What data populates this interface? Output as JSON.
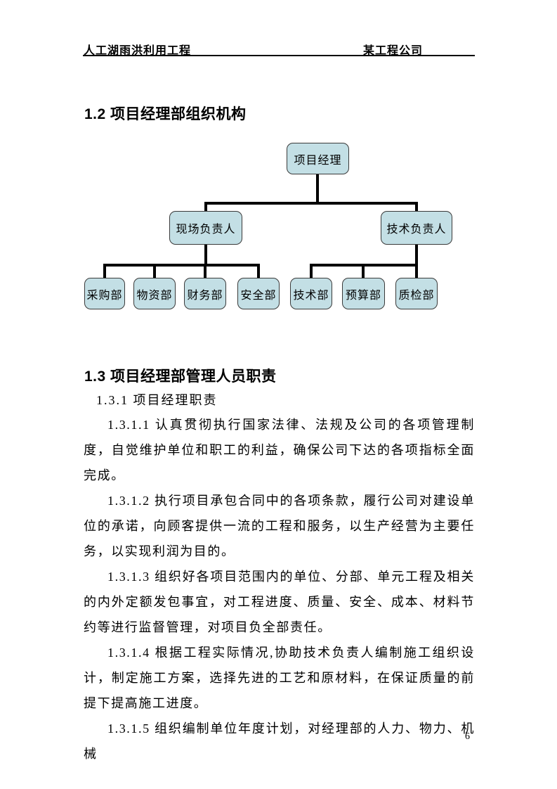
{
  "header": {
    "left": "人工湖雨洪利用工程",
    "right": "某工程公司"
  },
  "sections": {
    "s12": {
      "title": "1.2 项目经理部组织机构"
    },
    "s13": {
      "title": "1.3 项目经理部管理人员职责",
      "subtitle": "1.3.1 项目经理职责",
      "paragraphs": [
        "1.3.1.1 认真贯彻执行国家法律、法规及公司的各项管理制度，自觉维护单位和职工的利益，确保公司下达的各项指标全面完成。",
        "1.3.1.2 执行项目承包合同中的各项条款，履行公司对建设单位的承诺，向顾客提供一流的工程和服务，以生产经营为主要任务，以实现利润为目的。",
        "1.3.1.3 组织好各项目范围内的单位、分部、单元工程及相关的内外定额发包事宜，对工程进度、质量、安全、成本、材料节约等进行监督管理，对项目负全部责任。",
        "1.3.1.4 根据工程实际情况,协助技术负责人编制施工组织设计，制定施工方案，选择先进的工艺和原材料，在保证质量的前提下提高施工进度。",
        "1.3.1.5 组织编制单位年度计划，对经理部的人力、物力、机械"
      ]
    }
  },
  "org_chart": {
    "root": "项目经理",
    "managers": [
      {
        "label": "现场负责人"
      },
      {
        "label": "技术负责人"
      }
    ],
    "departments": [
      "采购部",
      "物资部",
      "财务部",
      "安全部",
      "技术部",
      "预算部",
      "质检部"
    ],
    "colors": {
      "box_fill": "#c3dfe5",
      "box_border": "#3a3a3a",
      "connector": "#000000"
    }
  },
  "footer": {
    "page_number": "6"
  }
}
